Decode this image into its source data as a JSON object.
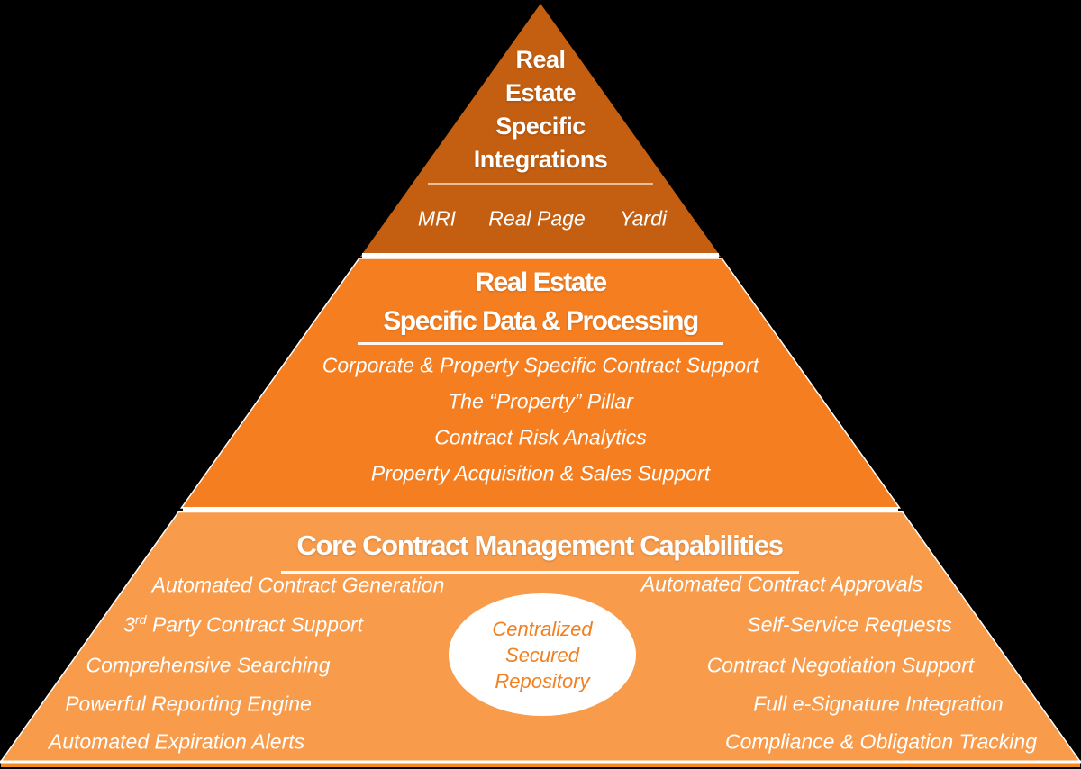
{
  "diagram": {
    "background_color": "#000000",
    "separator_color": "#FFFFFF",
    "base_bar_color": "#F28A21"
  },
  "tier_top": {
    "color": "#C45E10",
    "title_lines": [
      "Real",
      "Estate",
      "Specific",
      "Integrations"
    ],
    "integrations": [
      "MRI",
      "Real Page",
      "Yardi"
    ]
  },
  "tier_middle": {
    "color": "#F57E20",
    "title_lines": [
      "Real Estate",
      "Specific Data & Processing"
    ],
    "items": [
      "Corporate & Property Specific Contract Support",
      "The “Property” Pillar",
      "Contract Risk Analytics",
      "Property Acquisition & Sales Support"
    ]
  },
  "tier_bottom": {
    "color": "#F89B4B",
    "title": "Core Contract Management Capabilities",
    "left_items": [
      "Automated Contract Generation",
      {
        "pre": "3",
        "sup": "rd",
        "rest": " Party Contract Support"
      },
      "Comprehensive Searching",
      "Powerful Reporting Engine",
      "Automated Expiration Alerts"
    ],
    "right_items": [
      "Automated Contract Approvals",
      "Self-Service Requests",
      "Contract Negotiation Support",
      "Full e-Signature Integration",
      "Compliance & Obligation Tracking"
    ],
    "repository": {
      "lines": [
        "Centralized",
        "Secured",
        "Repository"
      ],
      "fill_color": "#FFFFFF",
      "text_color": "#F08021"
    }
  }
}
